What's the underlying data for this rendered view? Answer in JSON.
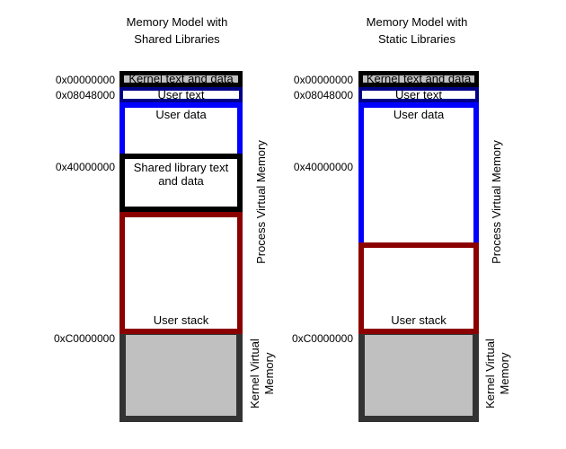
{
  "left_diagram": {
    "title_line1": "Memory Model with",
    "title_line2": "Shared Libraries",
    "addr_kernel_text": "0x00000000",
    "addr_user_text": "0x08048000",
    "addr_shared_lib": "0x40000000",
    "addr_kernel_vm": "0xC0000000",
    "kernel_text_label": "Kernel text and data",
    "user_text_label": "User text",
    "user_data_label": "User data",
    "shared_lib_line1": "Shared library text",
    "shared_lib_line2": "and data",
    "user_stack_label": "User stack",
    "process_vm_label": "Process Virtual Memory",
    "kernel_vm_line1": "Kernel Virtual",
    "kernel_vm_line2": "Memory"
  },
  "right_diagram": {
    "title_line1": "Memory Model with",
    "title_line2": "Static Libraries",
    "addr_kernel_text": "0x00000000",
    "addr_user_text": "0x08048000",
    "addr_shared_lib": "0x40000000",
    "addr_kernel_vm": "0xC0000000",
    "kernel_text_label": "Kernel text and data",
    "user_text_label": "User text",
    "user_data_label": "User data",
    "user_stack_label": "User stack",
    "process_vm_label": "Process Virtual Memory",
    "kernel_vm_line1": "Kernel Virtual",
    "kernel_vm_line2": "Memory"
  },
  "colors": {
    "kernel_text_border": "#000000",
    "kernel_text_fill": "#c0c0c0",
    "user_text_border": "#000087",
    "user_data_border": "#0000ff",
    "shared_lib_border": "#000000",
    "user_stack_border": "#8b0000",
    "kernel_vm_border": "#333333",
    "kernel_vm_fill": "#c0c0c0",
    "background": "#ffffff",
    "text": "#000000"
  }
}
